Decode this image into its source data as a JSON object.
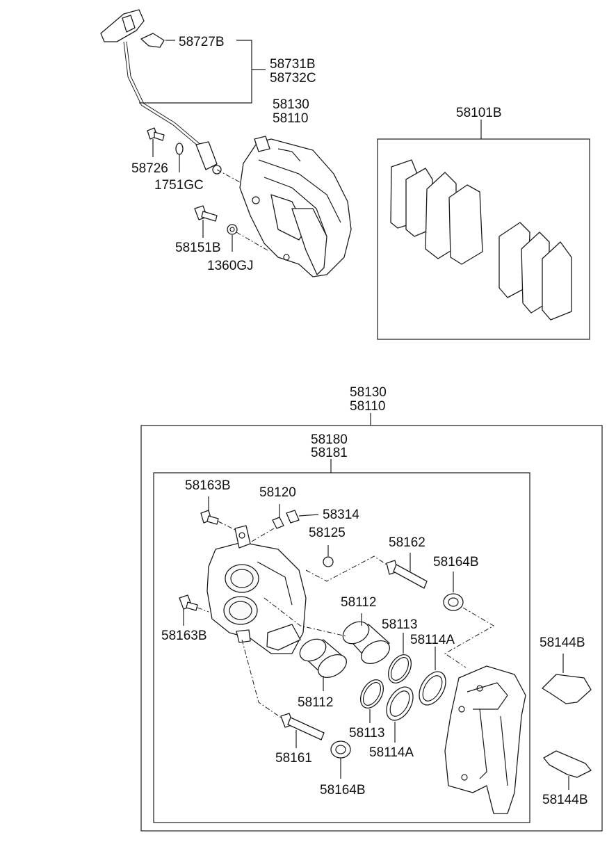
{
  "diagram": {
    "frames": {
      "pad_set": {
        "label": "58101B"
      },
      "caliper_assembly": {
        "label_1": "58130",
        "label_2": "58110"
      },
      "caliper_housing": {
        "label_1": "58180",
        "label_2": "58181"
      }
    },
    "labels": {
      "clip": "58727B",
      "hose_1": "58731B",
      "hose_2": "58732C",
      "caliper_1": "58130",
      "caliper_2": "58110",
      "eye_bolt": "58726",
      "washer": "1751GC",
      "mount_bolt": "58151B",
      "mount_washer": "1360GJ",
      "bolt_top": "58163B",
      "bleeder": "58120",
      "bleeder_cap": "58314",
      "plug": "58125",
      "guide_pin_upper": "58162",
      "boot_upper": "58164B",
      "piston_upper": "58112",
      "seal_upper": "58113",
      "dust_seal_upper": "58114A",
      "bolt_lower": "58163B",
      "piston_lower": "58112",
      "seal_lower": "58113",
      "dust_seal_lower": "58114A",
      "guide_pin_lower": "58161",
      "boot_lower": "58164B",
      "spring_upper": "58144B",
      "spring_lower": "58144B"
    }
  }
}
